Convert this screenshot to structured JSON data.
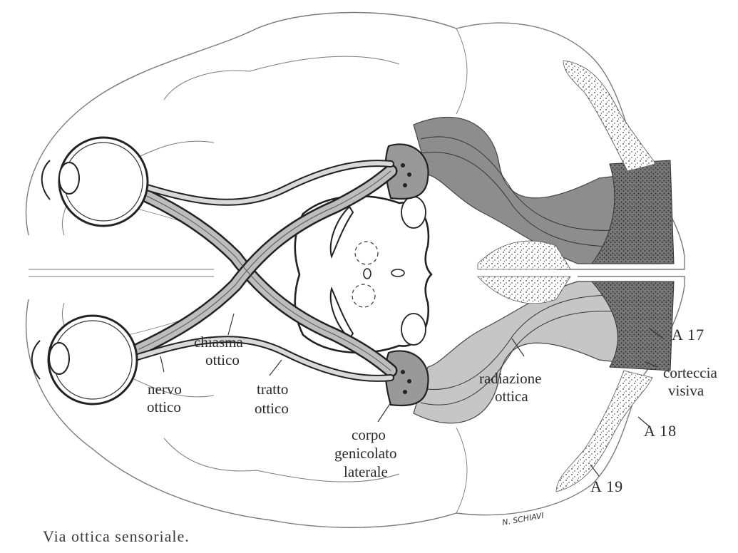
{
  "labels": {
    "chiasma": [
      "chiasma",
      "ottico"
    ],
    "nervo": [
      "nervo",
      "ottico"
    ],
    "tratto": [
      "tratto",
      "ottico"
    ],
    "corpo": [
      "corpo",
      "genicolato",
      "laterale"
    ],
    "radiazione": [
      "radiazione",
      "ottica"
    ],
    "corteccia": [
      "corteccia",
      "visiva"
    ],
    "a17": "A 17",
    "a18": "A 18",
    "a19": "A 19"
  },
  "signature": "N. SCHIAVI",
  "caption": "Via ottica sensoriale.",
  "colors": {
    "ink": "#2a2a2a",
    "radiation_dark": "#8d8d8d",
    "radiation_light": "#c6c6c6",
    "cortex_dark": "#555555"
  }
}
